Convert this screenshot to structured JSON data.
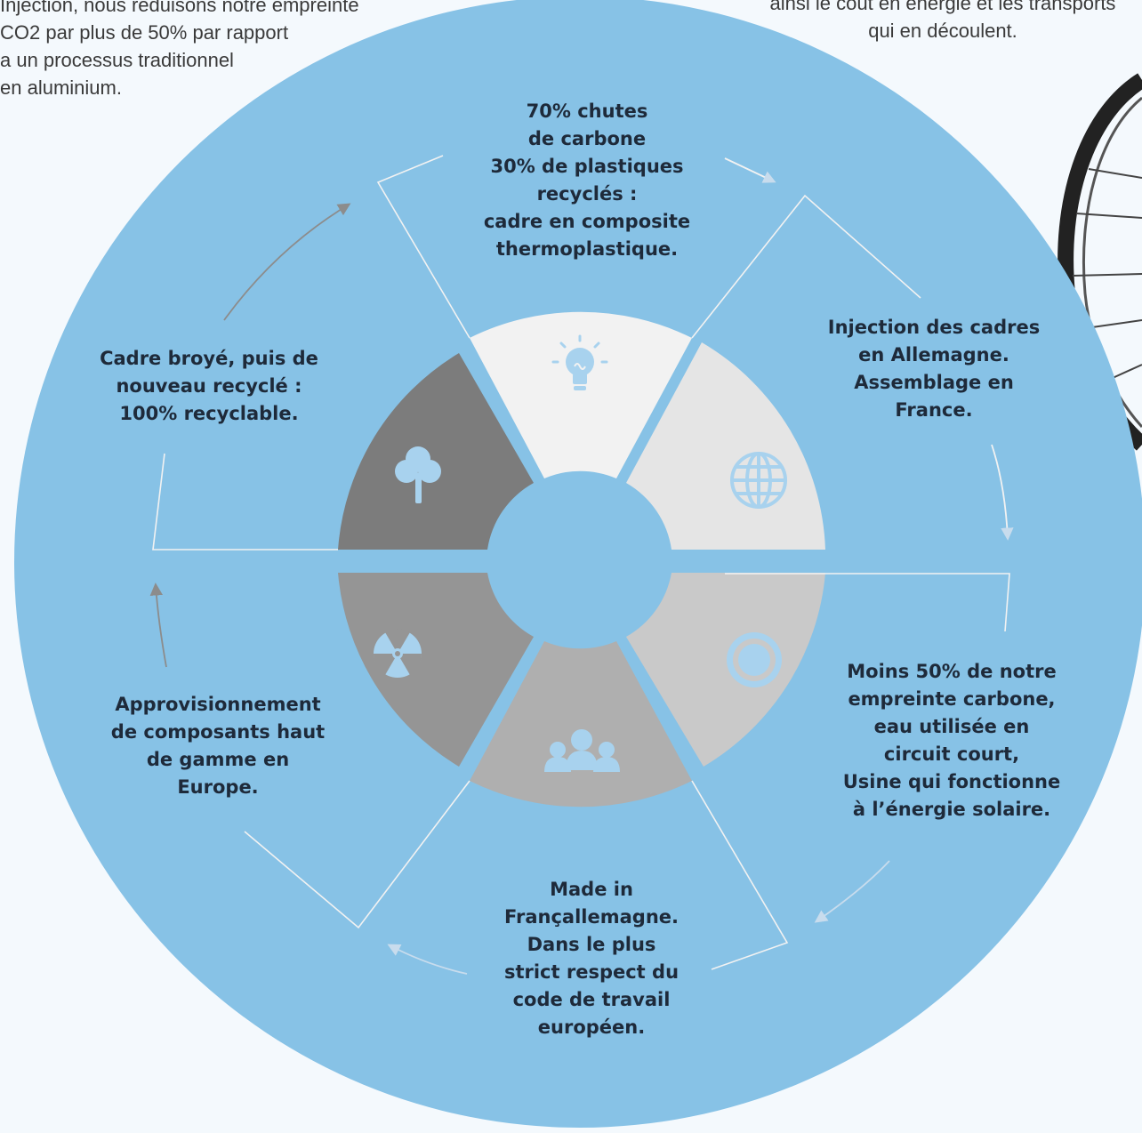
{
  "notes": {
    "left_lines": [
      "Injection, nous réduisons notre empreinte",
      "CO2 par plus de 50% par rapport",
      "a un processus traditionnel",
      "en aluminium."
    ],
    "right_lines": [
      "ainsi le coût en énergie et les transports",
      "qui en découlent."
    ]
  },
  "cycle": {
    "steps": [
      {
        "lines": [
          "70% chutes",
          "de carbone",
          "30% de plastiques",
          "recyclés :",
          "cadre en composite",
          "thermoplastique."
        ],
        "icon": "lightbulb-icon"
      },
      {
        "lines": [
          "Injection des cadres",
          "en Allemagne.",
          "Assemblage en",
          "France."
        ],
        "icon": "globe-icon"
      },
      {
        "lines": [
          "Moins 50% de notre",
          "empreinte carbone,",
          "eau utilisée en",
          "circuit court,",
          "Usine qui fonctionne",
          "à l’énergie solaire."
        ],
        "icon": "target-icon"
      },
      {
        "lines": [
          "Made in",
          "Françallemagne.",
          "Dans le plus",
          "strict respect du",
          "code de travail",
          "européen."
        ],
        "icon": "people-icon"
      },
      {
        "lines": [
          "Approvisionnement",
          "de composants haut",
          "de gamme en",
          "Europe."
        ],
        "icon": "radiation-icon"
      },
      {
        "lines": [
          "Cadre broyé, puis de",
          "nouveau recyclé :",
          "100% recyclable."
        ],
        "icon": "tree-icon"
      }
    ]
  },
  "colors": {
    "circle": "#87c2e6",
    "ring_segments": [
      "#f2f2f2",
      "#e5e5e5",
      "#c9c9c9",
      "#afafaf",
      "#959595",
      "#7c7c7c"
    ],
    "icon_fill": "#a8d2ee",
    "divider": "#f2f2f2",
    "arrow": "#8c8c8c",
    "arrow_light": "#c8dced"
  }
}
